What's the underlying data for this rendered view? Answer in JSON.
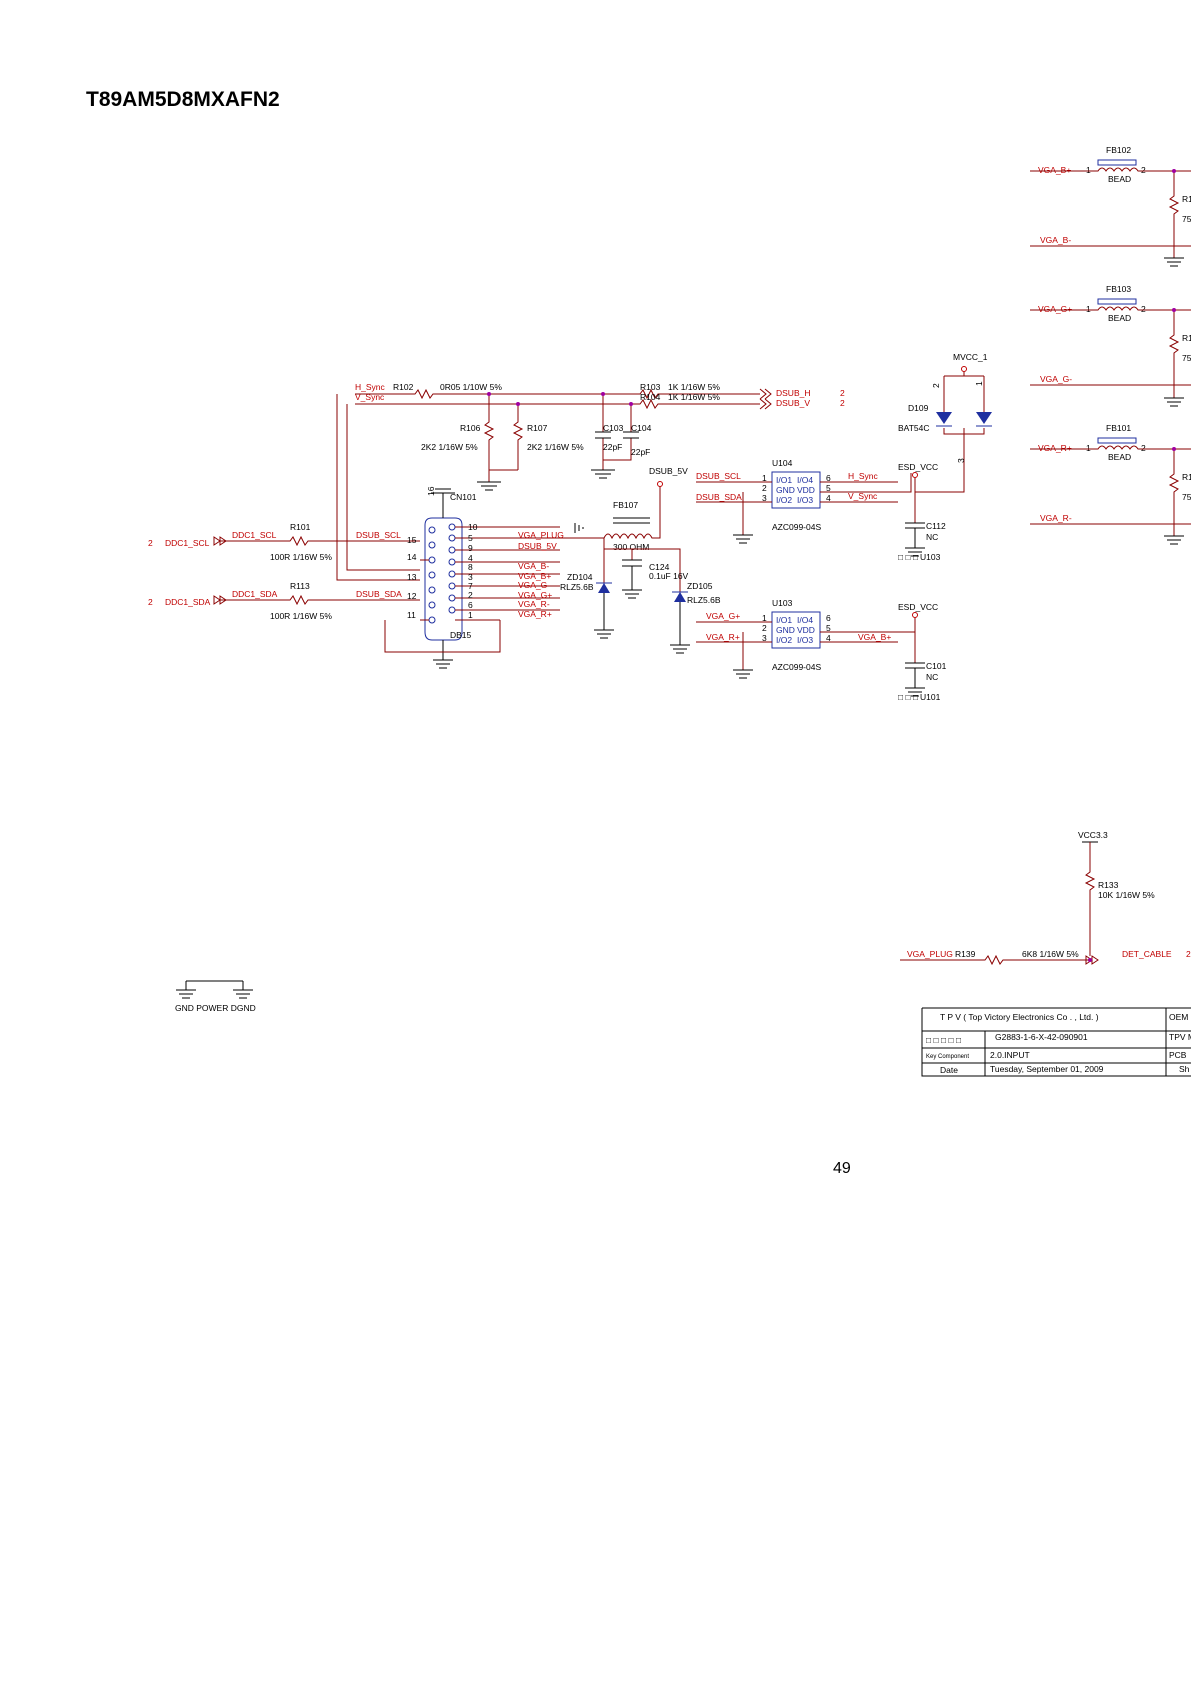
{
  "title": "T89AM5D8MXAFN2",
  "page_number": "49",
  "nets": {
    "h_sync": "H_Sync",
    "v_sync": "V_Sync",
    "dsub_h": "DSUB_H",
    "dsub_v": "DSUB_V",
    "dsub_h_page": "2",
    "dsub_v_page": "2",
    "ddc1_scl": "DDC1_SCL",
    "ddc1_sda": "DDC1_SDA",
    "ddc_page": "2",
    "dsub_scl": "DSUB_SCL",
    "dsub_sda": "DSUB_SDA",
    "vga_plug": "VGA_PLUG",
    "dsub_5v": "DSUB_5V",
    "vga_bm": "VGA_B-",
    "vga_bp": "VGA_B+",
    "vga_gm": "VGA_G-",
    "vga_gp": "VGA_G+",
    "vga_gp2": "VGA_G+",
    "vga_rm": "VGA_R-",
    "vga_rp": "VGA_R+",
    "esd_vcc": "ESD_VCC",
    "mvcc": "MVCC_1",
    "vcc33": "VCC3.3",
    "det_cable": "DET_CABLE",
    "det_page": "2",
    "gnd_power_dgnd": "GND POWER DGND"
  },
  "components": {
    "r102": {
      "ref": "R102",
      "val": "0R05 1/10W 5%"
    },
    "r103": {
      "ref": "R103",
      "val": "1K 1/16W 5%"
    },
    "r104": {
      "ref": "R104",
      "val": "1K 1/16W 5%"
    },
    "r106": {
      "ref": "R106",
      "val": "2K2 1/16W 5%"
    },
    "r107": {
      "ref": "R107",
      "val": "2K2 1/16W 5%"
    },
    "c103": {
      "ref": "C103",
      "val": "22pF"
    },
    "c104": {
      "ref": "C104",
      "val": "22pF"
    },
    "r101": {
      "ref": "R101",
      "val": "100R 1/16W 5%"
    },
    "r113": {
      "ref": "R113",
      "val": "100R 1/16W 5%"
    },
    "cn101": {
      "ref": "CN101",
      "part": "DB15"
    },
    "fb107": {
      "ref": "FB107",
      "val": "300 OHM"
    },
    "c124": {
      "ref": "C124",
      "val": "0.1uF 16V"
    },
    "zd104": {
      "ref": "ZD104",
      "val": "RLZ5.6B"
    },
    "zd105": {
      "ref": "ZD105",
      "val": "RLZ5.6B"
    },
    "u104": {
      "ref": "U104",
      "part": "AZC099-04S"
    },
    "u103": {
      "ref": "U103",
      "part": "AZC099-04S"
    },
    "d109": {
      "ref": "D109",
      "part": "BAT54C"
    },
    "c112": {
      "ref": "C112",
      "val": "NC",
      "note": "U103"
    },
    "c101": {
      "ref": "C101",
      "val": "NC",
      "note": "U101"
    },
    "fb102": {
      "ref": "FB102",
      "val": "BEAD"
    },
    "fb103": {
      "ref": "FB103",
      "val": "BEAD"
    },
    "fb101": {
      "ref": "FB101",
      "val": "BEAD"
    },
    "r133": {
      "ref": "R133",
      "val": "10K 1/16W 5%"
    },
    "r139": {
      "ref": "R139",
      "val": "6K8 1/16W 5%"
    }
  },
  "ic_pins": {
    "l1": "I/O1",
    "r1": "I/O4",
    "l2": "GND",
    "r2": "VDD",
    "l3": "I/O2",
    "r3": "I/O3"
  },
  "title_block": {
    "company": "T P V  ( Top   Victory   Electronics   Co . ,  Ltd. )",
    "oem": "OEM",
    "doc_no_label": "□ □ □ □ □",
    "doc_no": "G2883-1-6-X-42-090901",
    "tpv": "TPV M",
    "key_component": "Key Component",
    "sheet_name": "2.0.INPUT",
    "pcb": "PCB",
    "date_label": "Date",
    "date": "Tuesday, September 01, 2009",
    "sh": "Sh"
  }
}
